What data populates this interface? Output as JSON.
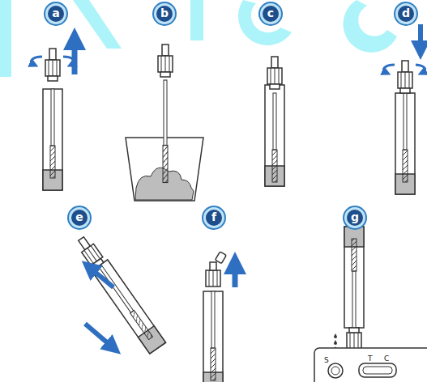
{
  "diagram": {
    "labels": [
      "a",
      "b",
      "c",
      "d",
      "e",
      "f",
      "g",
      "S",
      "T",
      "C"
    ]
  }
}
